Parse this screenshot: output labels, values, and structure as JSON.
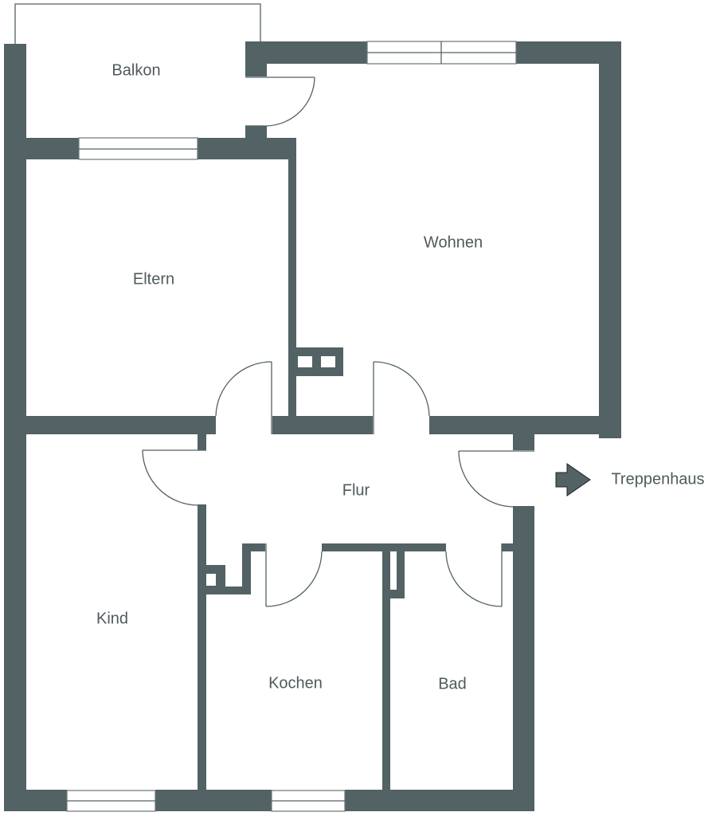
{
  "floorplan": {
    "wall_color": "#536264",
    "text_color": "#4f5a5c",
    "rooms": [
      {
        "id": "balkon",
        "label": "Balkon"
      },
      {
        "id": "wohnen",
        "label": "Wohnen"
      },
      {
        "id": "eltern",
        "label": "Eltern"
      },
      {
        "id": "flur",
        "label": "Flur"
      },
      {
        "id": "kind",
        "label": "Kind"
      },
      {
        "id": "kochen",
        "label": "Kochen"
      },
      {
        "id": "bad",
        "label": "Bad"
      }
    ],
    "exit": {
      "label": "Treppenhaus",
      "icon": "arrow-right-icon"
    }
  }
}
